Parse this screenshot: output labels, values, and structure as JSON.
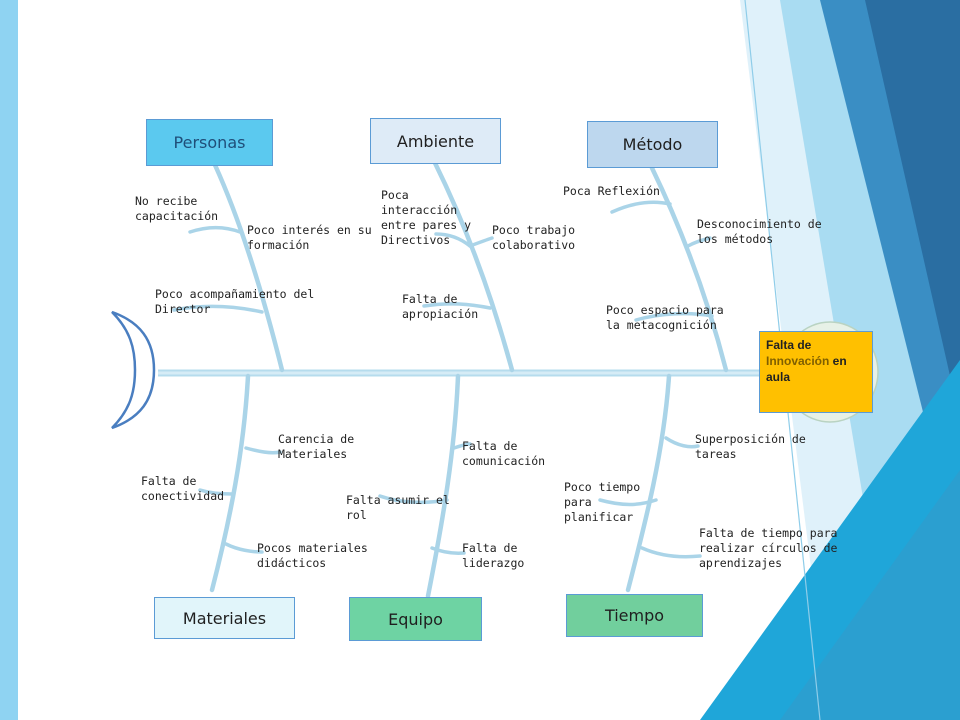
{
  "diagram": {
    "effect": {
      "part1": "Falta de ",
      "part2": "Innovación",
      "part3": " en aula"
    },
    "categories": {
      "personas": "Personas",
      "ambiente": "Ambiente",
      "metodo": "Método",
      "materiales": "Materiales",
      "equipo": "Equipo",
      "tiempo": "Tiempo"
    },
    "causes": {
      "no_capacitacion": "No recibe capacitación",
      "poco_interes": "Poco interés en su formación",
      "poco_acompanamiento": "Poco acompañamiento del Director",
      "poca_interaccion": "Poca interacción entre pares y Directivos",
      "poco_trabajo": "Poco trabajo colaborativo",
      "falta_apropiacion": "Falta de apropiación",
      "poca_reflexion": "Poca Reflexión",
      "desconocimiento": "Desconocimiento de los métodos",
      "poco_espacio": "Poco espacio para la metacognición",
      "carencia_materiales": "Carencia de Materiales",
      "falta_conectividad": "Falta de conectividad",
      "pocos_materiales": "Pocos materiales didácticos",
      "falta_comunicacion": "Falta de comunicación",
      "falta_asumir_rol": "Falta asumir el rol",
      "falta_liderazgo": "Falta de liderazgo",
      "superposicion": "Superposición de tareas",
      "poco_tiempo": "Poco tiempo para planificar",
      "falta_tiempo_circulos": "Falta de tiempo para realizar círculos de aprendizajes"
    },
    "colors": {
      "personas": "#5bc9ef",
      "ambiente": "#deebf7",
      "metodo": "#bdd7ee",
      "materiales": "#e1f5fa",
      "equipo": "#6ed3a3",
      "tiempo": "#71cf9d",
      "effect": "#ffc000",
      "bone": "#a9d6ea"
    }
  }
}
